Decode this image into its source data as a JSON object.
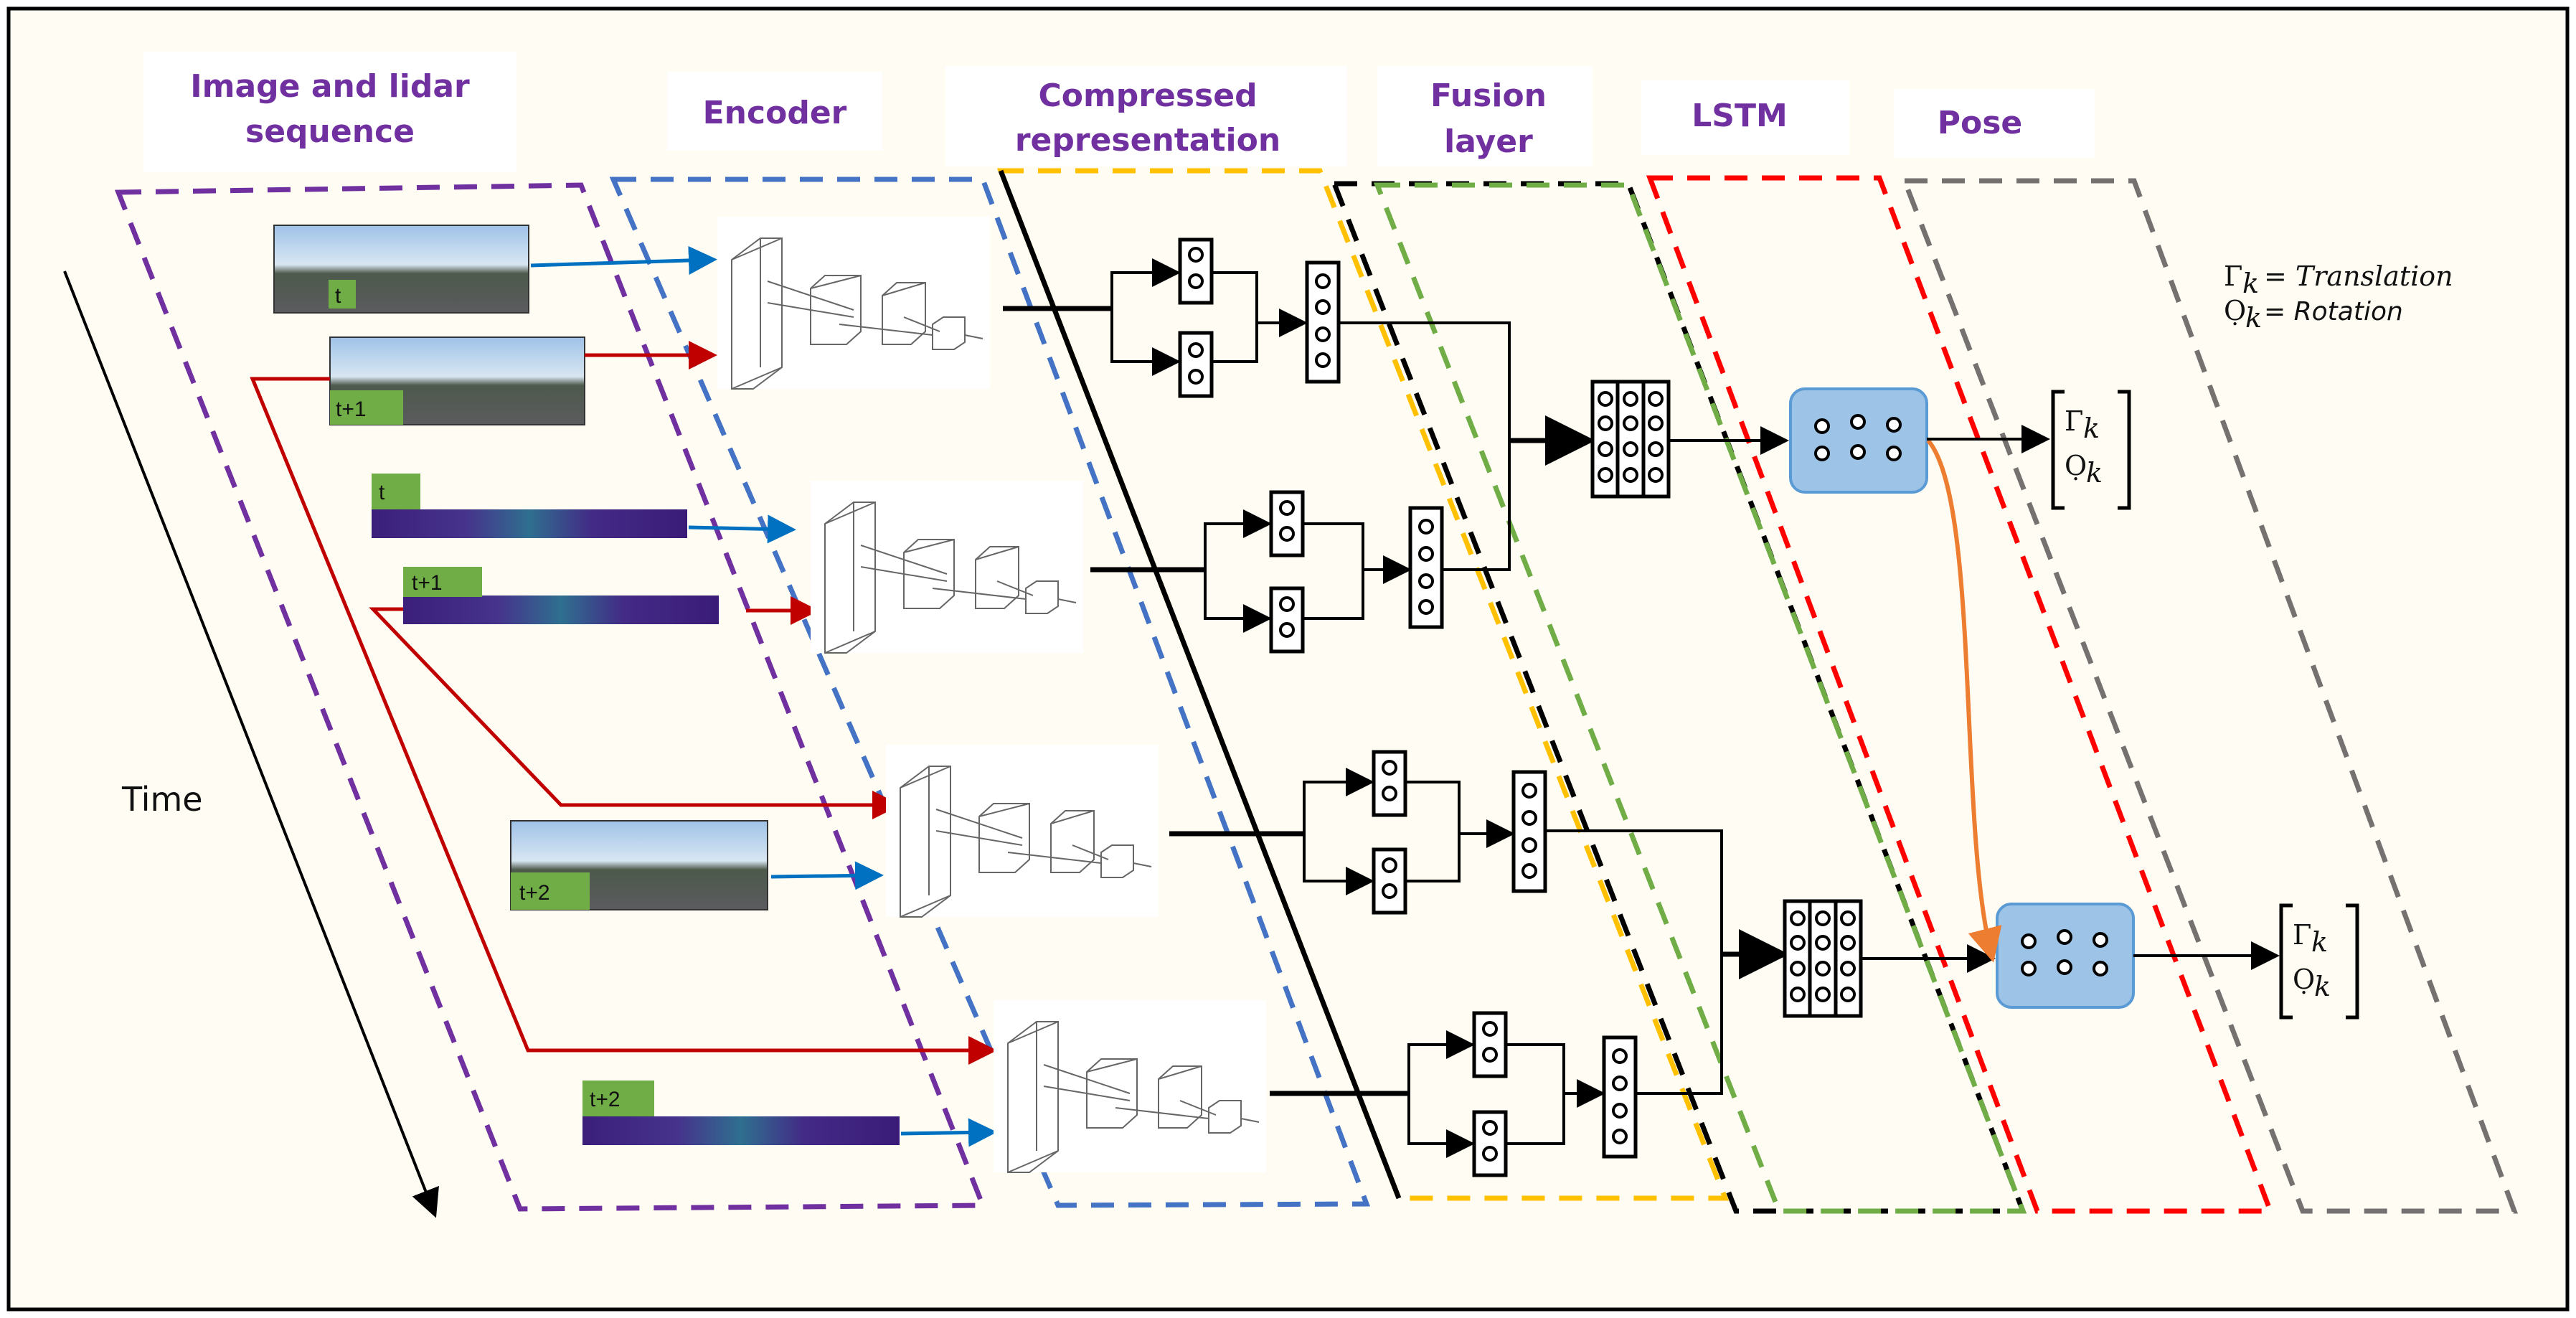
{
  "stages": {
    "input": "Image and lidar sequence",
    "input_line1": "Image and lidar",
    "input_line2": "sequence",
    "encoder": "Encoder",
    "compressed_line1": "Compressed",
    "compressed_line2": "representation",
    "fusion_line1": "Fusion",
    "fusion_line2": "layer",
    "lstm": "LSTM",
    "pose": "Pose"
  },
  "time_label": "Time",
  "frame_labels": {
    "image_t": "t",
    "image_t1": "t+1",
    "lidar_t": "t",
    "lidar_t1": "t+1",
    "image_t2": "t+2",
    "lidar_t2": "t+2"
  },
  "legend": {
    "translation_symbol": "Γ",
    "translation_sub": "k",
    "translation_text": "= Translation",
    "rotation_symbol": "Ọ",
    "rotation_sub": "k",
    "rotation_text": "= Rotation"
  },
  "pose_output": {
    "gamma": "Γ",
    "omega": "Ọ",
    "sub": "k"
  },
  "colors": {
    "purple": "#7030a0",
    "blue": "#4472c4",
    "yellow": "#ffc000",
    "black": "#000000",
    "green": "#70ad47",
    "red": "#ff0000",
    "gray": "#767171",
    "arrow_blue": "#0070c0",
    "arrow_red": "#c00000",
    "orange": "#ed7d31",
    "lstm_fill": "#9dc3e6",
    "label_green": "#70ad47",
    "background": "#fffdf3"
  }
}
